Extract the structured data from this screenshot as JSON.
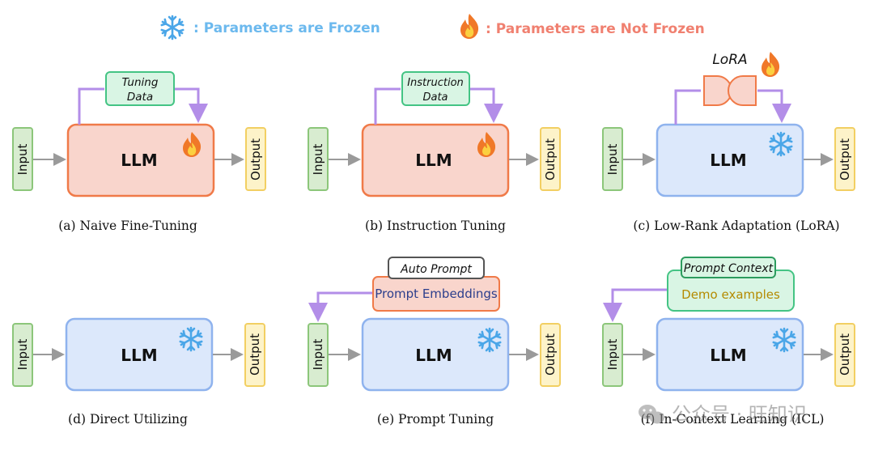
{
  "legend": {
    "frozen_text": ": Parameters are Frozen",
    "not_frozen_text": ": Parameters are Not Frozen",
    "frozen_icon": "snowflake-icon",
    "not_frozen_icon": "flame-icon"
  },
  "common": {
    "input_label": "Input",
    "output_label": "Output",
    "llm_label": "LLM"
  },
  "panels": {
    "a": {
      "caption": "(a) Naive Fine-Tuning",
      "data_line1": "Tuning",
      "data_line2": "Data"
    },
    "b": {
      "caption": "(b) Instruction Tuning",
      "data_line1": "Instruction",
      "data_line2": "Data"
    },
    "c": {
      "caption": "(c) Low-Rank Adaptation (LoRA)",
      "lora_label": "LoRA"
    },
    "d": {
      "caption": "(d) Direct Utilizing"
    },
    "e": {
      "caption": "(e) Prompt Tuning",
      "auto_prompt": "Auto Prompt",
      "embeddings": "Prompt Embeddings"
    },
    "f": {
      "caption": "(f) In-Context Learning (ICL)",
      "prompt_context": "Prompt Context",
      "demo": "Demo examples"
    }
  },
  "watermark": {
    "text": "公众号 · 旺知识"
  },
  "colors": {
    "frozen_text": "#6cb9ee",
    "not_frozen_text": "#f08070",
    "tuned_fill": "#f9d5cc",
    "tuned_stroke": "#f07a48",
    "frozen_fill": "#dce8fb",
    "frozen_stroke": "#8fb3ee",
    "input_fill": "#d8ecd0",
    "input_stroke": "#8cc67a",
    "output_fill": "#fdf3c9",
    "output_stroke": "#f2cf62",
    "arrow_purple": "#b38ee8",
    "data_fill": "#d9f5e4",
    "data_stroke": "#44c484"
  }
}
